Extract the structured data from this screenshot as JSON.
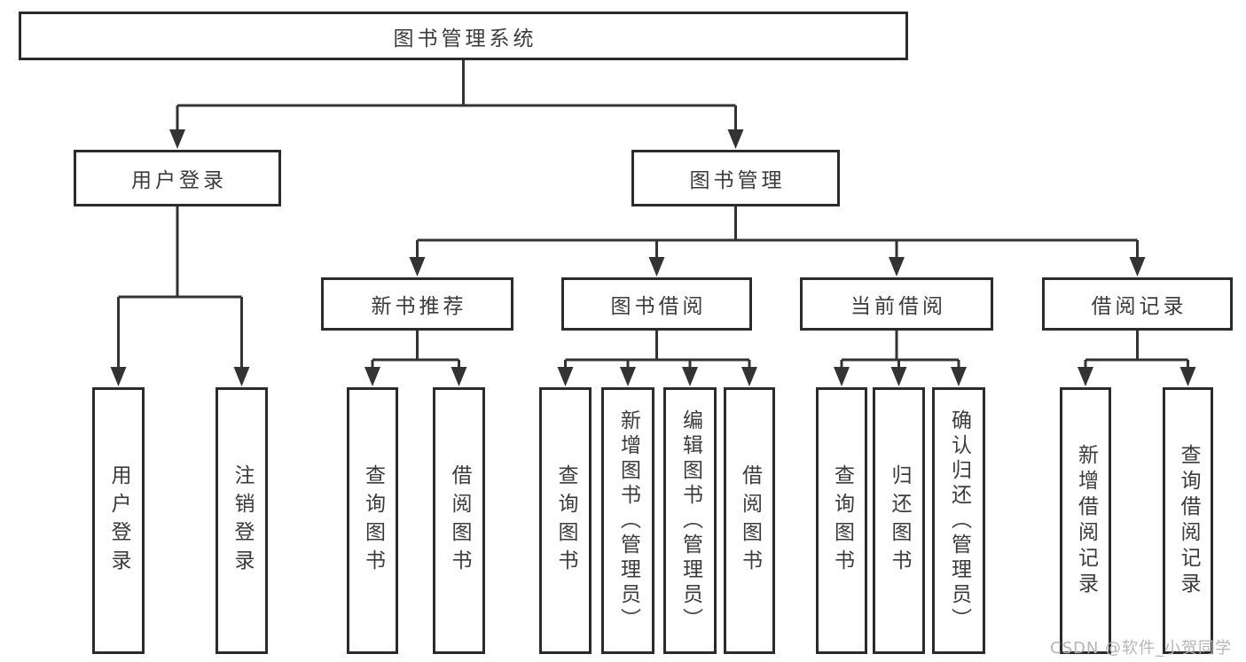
{
  "diagram_title": "图书管理系统",
  "tree": {
    "root": {
      "label": "图书管理系统"
    },
    "branches": [
      {
        "label": "用户登录",
        "children": [
          {
            "label": "用户登录"
          },
          {
            "label": "注销登录"
          }
        ]
      },
      {
        "label": "图书管理",
        "children": [
          {
            "label": "新书推荐",
            "children": [
              {
                "label": "查询图书"
              },
              {
                "label": "借阅图书"
              }
            ]
          },
          {
            "label": "图书借阅",
            "children": [
              {
                "label": "查询图书"
              },
              {
                "label": "新增图书（管理员）"
              },
              {
                "label": "编辑图书（管理员）"
              },
              {
                "label": "借阅图书"
              }
            ]
          },
          {
            "label": "当前借阅",
            "children": [
              {
                "label": "查询图书"
              },
              {
                "label": "归还图书"
              },
              {
                "label": "确认归还（管理员）"
              }
            ]
          },
          {
            "label": "借阅记录",
            "children": [
              {
                "label": "新增借阅记录"
              },
              {
                "label": "查询借阅记录"
              }
            ]
          }
        ]
      }
    ]
  },
  "watermark": "CSDN @软件_小贺同学",
  "colors": {
    "line": "#333333",
    "box_border": "#2b2b2b",
    "text": "#3b3b3b",
    "watermark": "#b5b5b5",
    "background": "#ffffff"
  }
}
